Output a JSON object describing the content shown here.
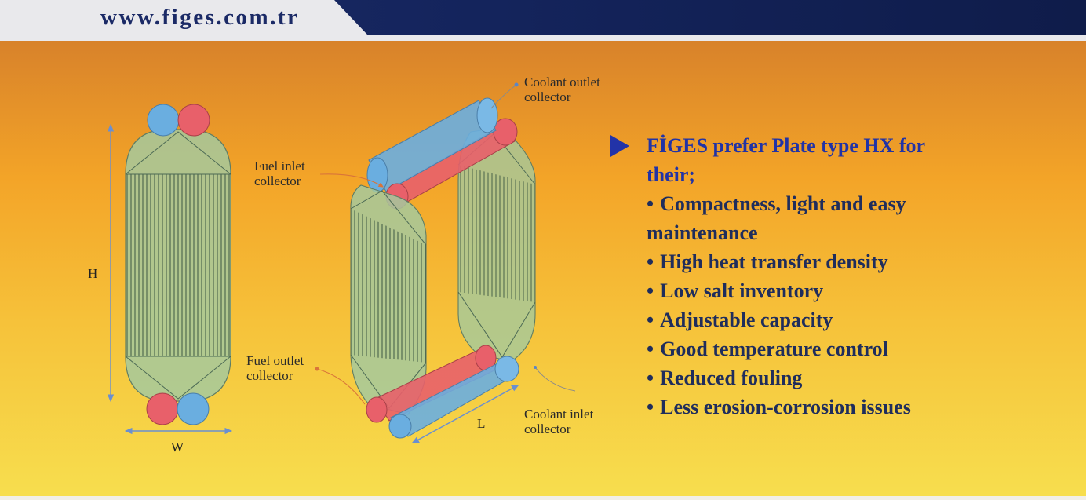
{
  "header": {
    "site_url": "www.figes.com.tr",
    "band_color": "#14245c"
  },
  "diagram": {
    "labels": {
      "coolant_outlet_1": "Coolant outlet",
      "coolant_outlet_2": "collector",
      "fuel_inlet_1": "Fuel inlet",
      "fuel_inlet_2": "collector",
      "fuel_outlet_1": "Fuel outlet",
      "fuel_outlet_2": "collector",
      "coolant_inlet_1": "Coolant inlet",
      "coolant_inlet_2": "collector"
    },
    "dimensions": {
      "height": "H",
      "width": "W",
      "length": "L"
    },
    "colors": {
      "coolant": "#6aaee0",
      "fuel": "#e8606a",
      "plate": "#9fc79a",
      "dim_line": "#6a8fd0"
    }
  },
  "content": {
    "title": "FİGES prefer Plate type HX for their;",
    "items": [
      "Compactness, light and easy maintenance",
      "High heat transfer density",
      "Low salt inventory",
      "Adjustable capacity",
      "Good temperature control",
      "Reduced fouling",
      "Less erosion-corrosion issues"
    ]
  }
}
